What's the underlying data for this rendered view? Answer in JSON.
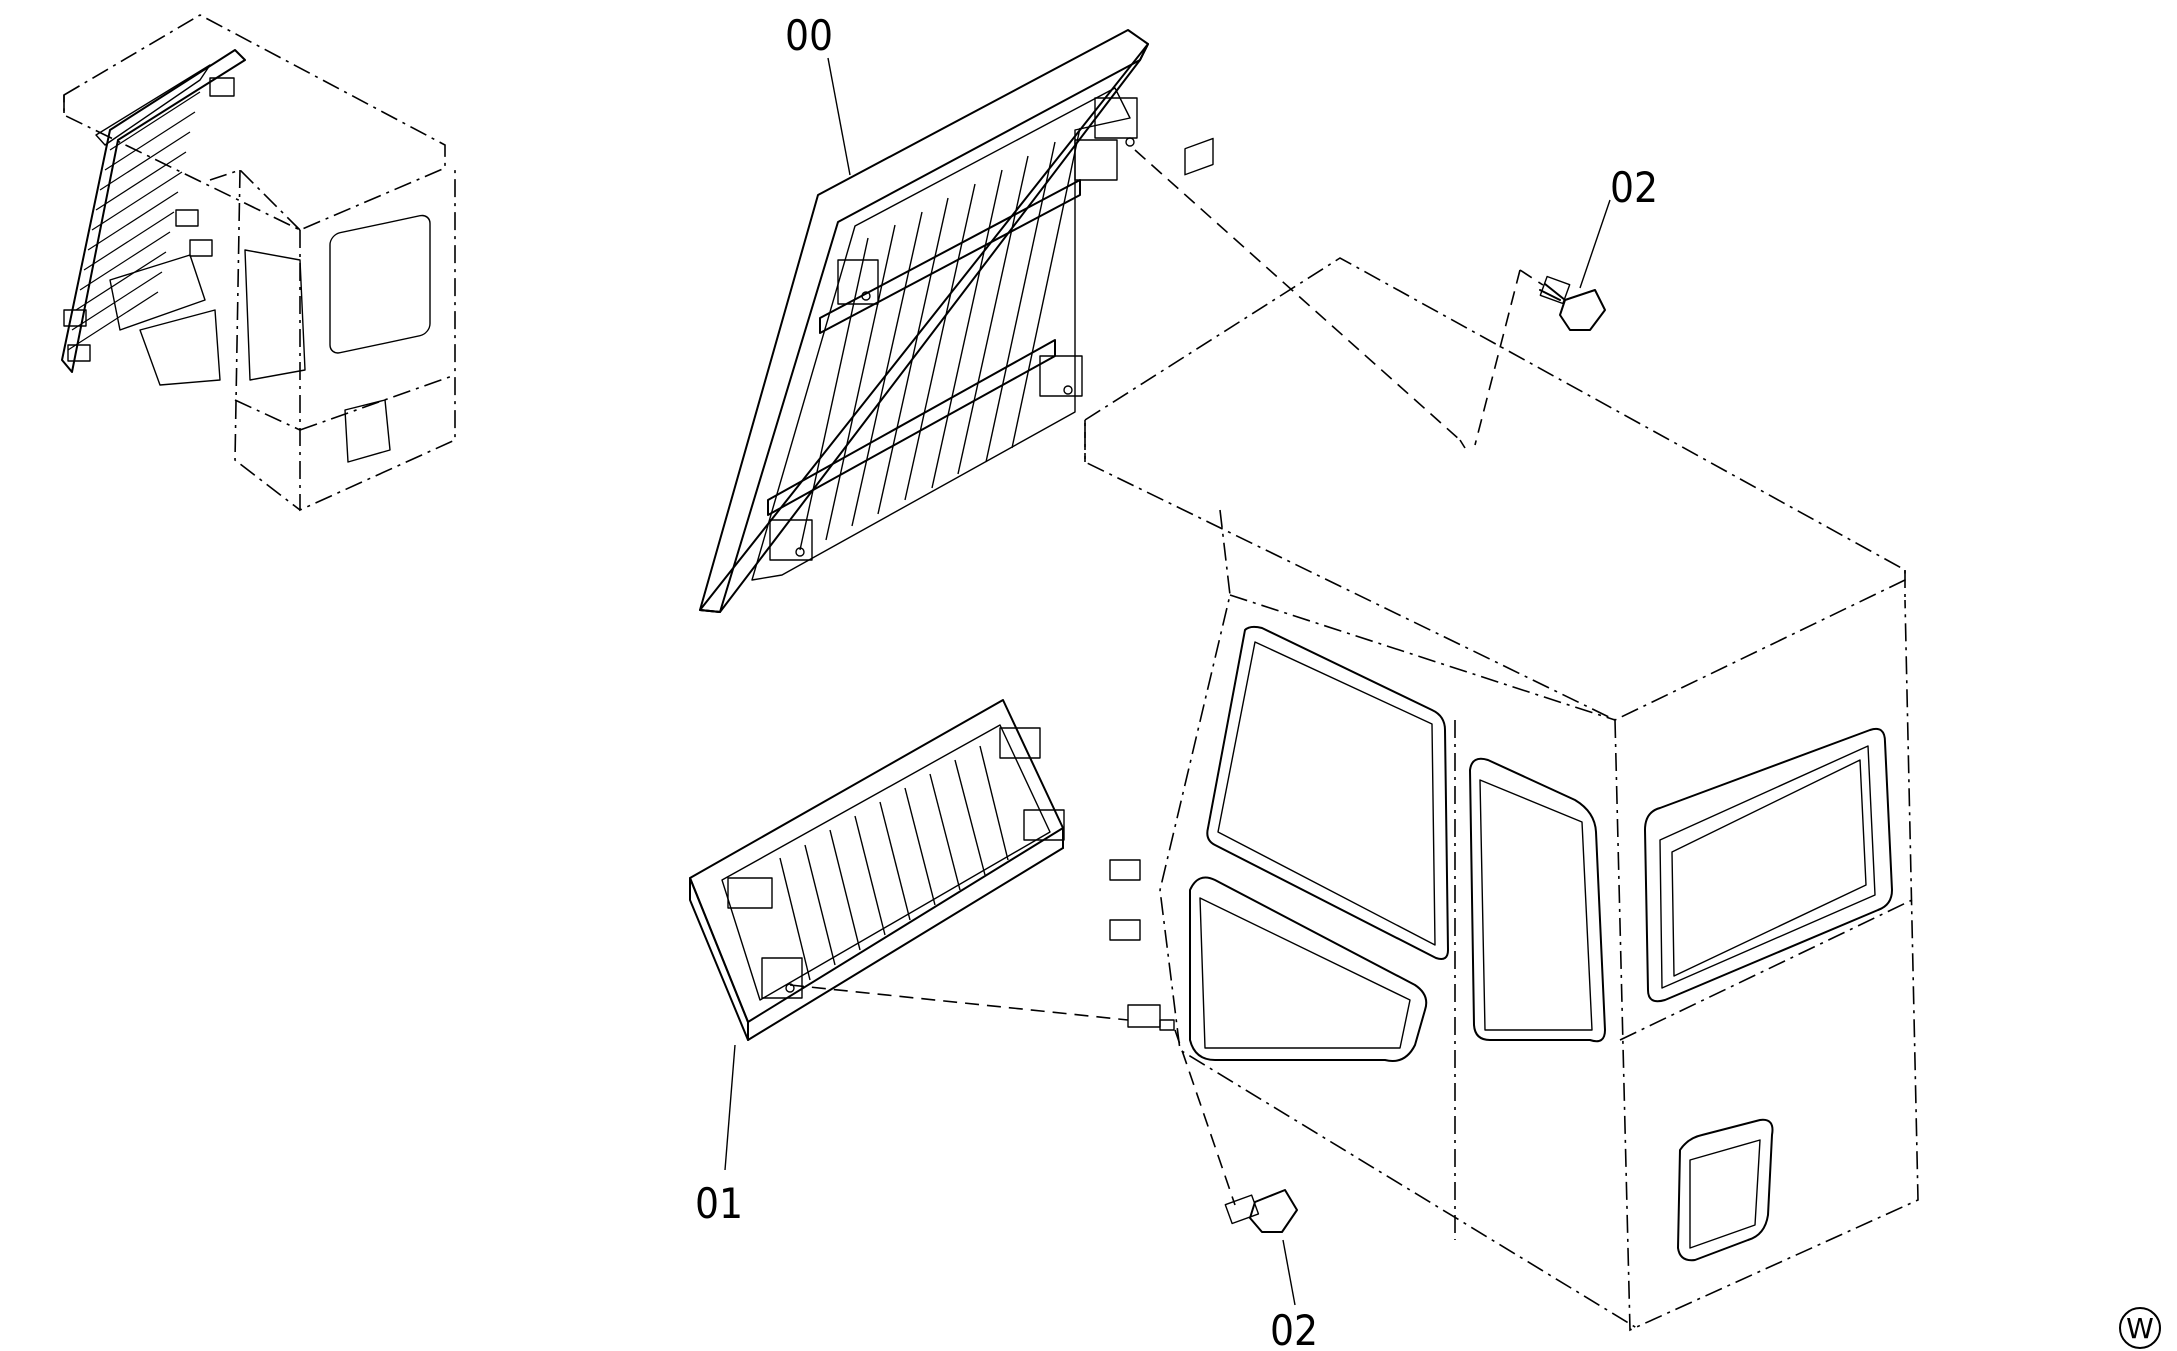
{
  "labels": {
    "part_00": "00",
    "part_01": "01",
    "part_02_top": "02",
    "part_02_bottom": "02"
  },
  "corner_mark": "W"
}
